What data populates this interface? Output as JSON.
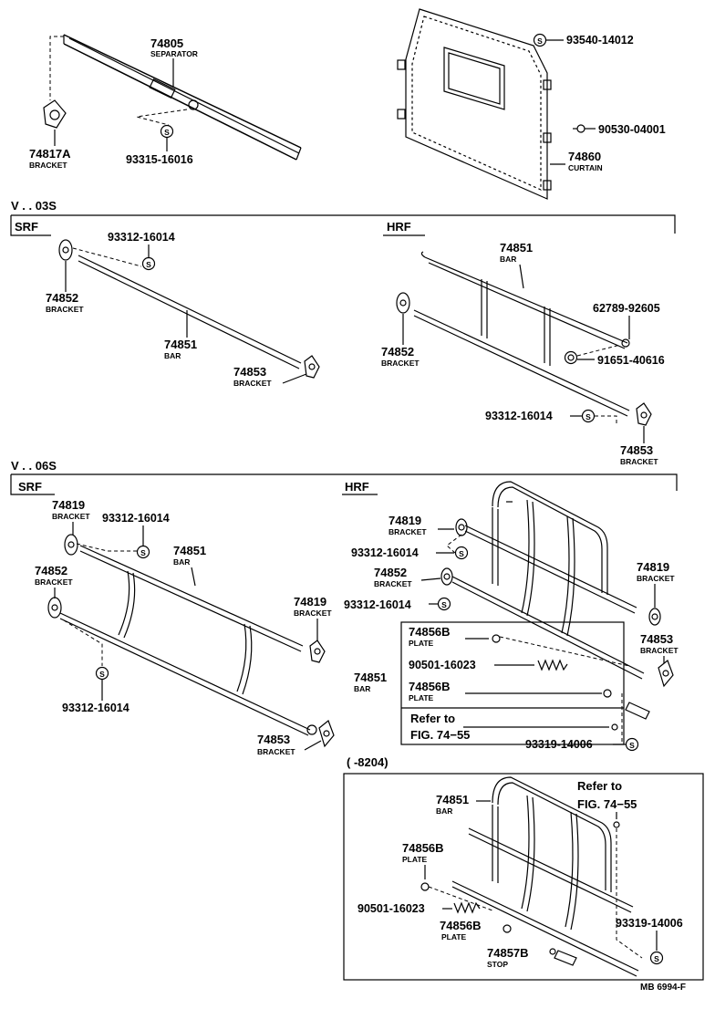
{
  "diagram_id": "MB 6994-F",
  "sections": {
    "v03s": "V . . 03S",
    "v06s": "V . . 06S",
    "srf": "SRF",
    "hrf": "HRF",
    "from_date": "(        -8204)"
  },
  "parts": {
    "separator": {
      "number": "74805",
      "name": "SEPARATOR"
    },
    "bracket_a": {
      "number": "74817A",
      "name": "BRACKET"
    },
    "screw_16016": {
      "number": "93315-16016"
    },
    "curtain": {
      "number": "74860",
      "name": "CURTAIN"
    },
    "screw_14012": {
      "number": "93540-14012"
    },
    "clip_04001": {
      "number": "90530-04001"
    },
    "screw_16014": {
      "number": "93312-16014"
    },
    "bracket_52": {
      "number": "74852",
      "name": "BRACKET"
    },
    "bar_51": {
      "number": "74851",
      "name": "BAR"
    },
    "bracket_53": {
      "number": "74853",
      "name": "BRACKET"
    },
    "bracket_19": {
      "number": "74819",
      "name": "BRACKET"
    },
    "cap_62789": {
      "number": "62789-92605"
    },
    "screw_40616": {
      "number": "91651-40616"
    },
    "plate_56b": {
      "number": "74856B",
      "name": "PLATE"
    },
    "spring_16023": {
      "number": "90501-16023"
    },
    "screw_14006": {
      "number": "93319-14006"
    },
    "stop_57b": {
      "number": "74857B",
      "name": "STOP"
    }
  },
  "refer": {
    "line1": "Refer to",
    "line2": "FIG. 74−55"
  },
  "symbol": "S",
  "icons": [
    "screw-s-icon",
    "bracket-icon",
    "bar-frame-icon",
    "curtain-panel-icon",
    "spring-icon",
    "plate-washer-icon"
  ]
}
